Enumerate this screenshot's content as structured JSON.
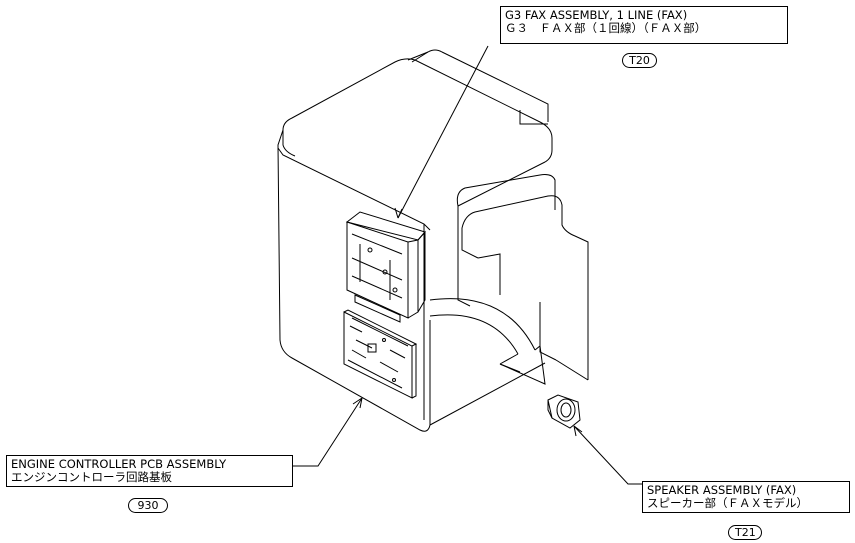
{
  "callouts": {
    "fax": {
      "line1": "G3 FAX ASSEMBLY, 1 LINE (FAX)",
      "line2": "Ｇ３　ＦＡＸ部（１回線）（ＦＡＸ部）",
      "ref": "T20"
    },
    "engine": {
      "line1": "ENGINE CONTROLLER PCB ASSEMBLY",
      "line2": "エンジンコントローラ回路基板",
      "ref": "930"
    },
    "speaker": {
      "line1": "SPEAKER ASSEMBLY (FAX)",
      "line2": "スピーカー部（ＦＡＸモデル）",
      "ref": "T21"
    }
  }
}
